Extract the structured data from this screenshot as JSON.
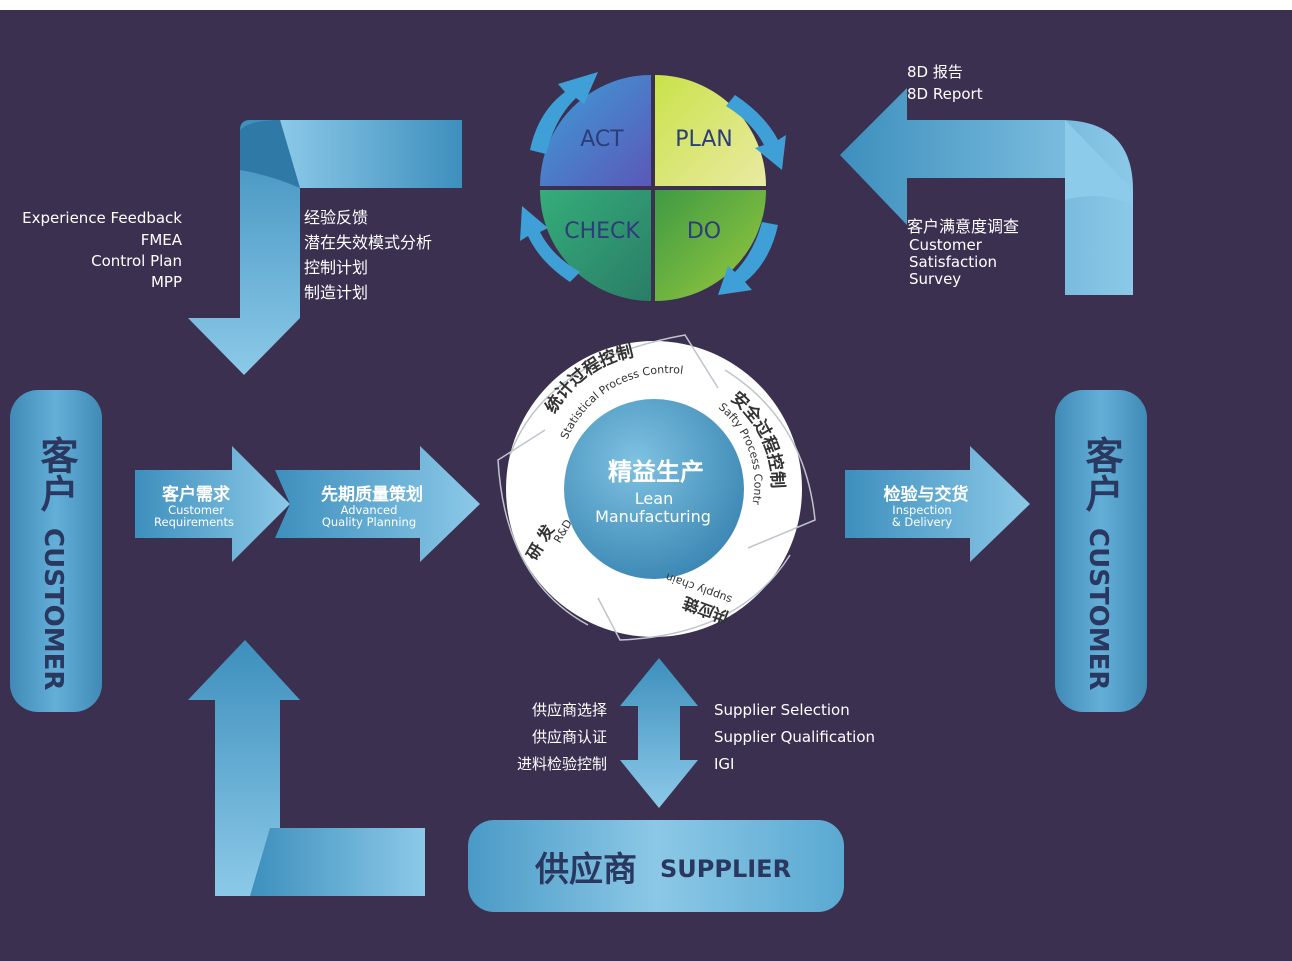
{
  "pdca": {
    "act": "ACT",
    "plan": "PLAN",
    "check": "CHECK",
    "do": "DO"
  },
  "report": {
    "line1": "8D 报告",
    "line2": "8D Report"
  },
  "feedback_en": [
    "Experience Feedback",
    "FMEA",
    "Control Plan",
    "MPP"
  ],
  "feedback_cn": [
    "经验反馈",
    "潜在失效模式分析",
    "控制计划",
    "制造计划"
  ],
  "satisfaction": {
    "cn": "客户满意度调查",
    "en": [
      "Customer",
      "Satisfaction",
      "Survey"
    ]
  },
  "customer_left": {
    "cn": "客户",
    "en": "CUSTOMER"
  },
  "customer_right": {
    "cn": "客户",
    "en": "CUSTOMER"
  },
  "requirements": {
    "cn": "客户需求",
    "en1": "Customer",
    "en2": "Requirements"
  },
  "aqp": {
    "cn": "先期质量策划",
    "en1": "Advanced",
    "en2": "Quality  Planning"
  },
  "inspection": {
    "cn": "检验与交货",
    "en1": "Inspection",
    "en2": "& Delivery"
  },
  "center": {
    "cn": "精益生产",
    "en1": "Lean",
    "en2": "Manufacturing"
  },
  "ring": {
    "spc_cn": "统计过程控制",
    "spc_en": "Statistical Process Control",
    "safety_cn": "安全过程控制",
    "safety_en": "Safty Process Control",
    "supply_cn": "供应链",
    "supply_en": "supply chain",
    "rd_cn": "研 发",
    "rd_en": "R&D"
  },
  "supplier_cn": [
    "供应商选择",
    "供应商认证",
    "进料检验控制"
  ],
  "supplier_en": [
    "Supplier  Selection",
    "Supplier  Qualification",
    "IGI"
  ],
  "supplier_box": {
    "cn": "供应商",
    "en": "SUPPLIER"
  },
  "colors": {
    "background": "#3c3051",
    "arrow_light": "#8cc9e8",
    "arrow_dark": "#3d8fbd",
    "act": "#4a6bbf",
    "plan": "#d8e65c",
    "check": "#2f9a6a",
    "do": "#59b84a"
  }
}
